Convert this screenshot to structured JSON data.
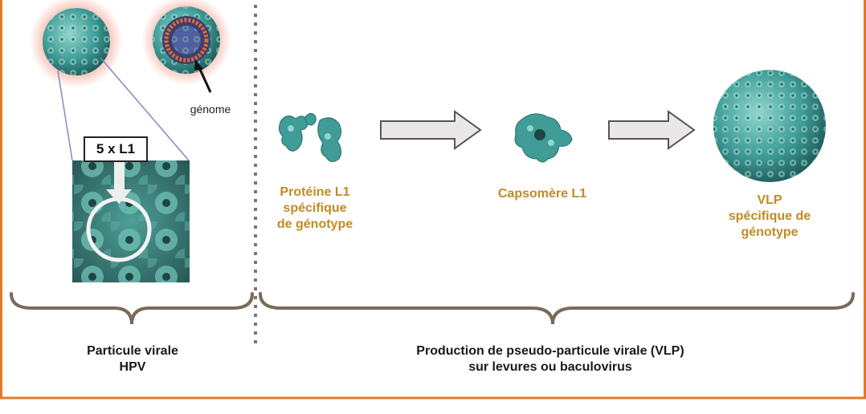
{
  "colors": {
    "frame": "#e07a2b",
    "accent_text": "#c08a24",
    "virus": "#3f9c97",
    "virus_light": "#7ccbc3",
    "halo": "#f0a090",
    "arrow_fill": "#ebe7e8",
    "brace": "#7a6a5a",
    "divider": "#777777"
  },
  "top_left": {
    "genome_label": "génome",
    "multiplier_label": "5 x L1"
  },
  "steps": [
    {
      "id": "protein",
      "lines": [
        "Protéine L1",
        "spécifique",
        "de génotype"
      ],
      "icon": "l1-protein-icon"
    },
    {
      "id": "capsomere",
      "lines": [
        "Capsomère L1"
      ],
      "icon": "capsomere-icon"
    },
    {
      "id": "vlp",
      "lines": [
        "VLP",
        "spécifique de",
        "génotype"
      ],
      "icon": "vlp-sphere-icon"
    }
  ],
  "bottom": {
    "left": [
      "Particule virale",
      "HPV"
    ],
    "right": [
      "Production de pseudo-particule virale (VLP)",
      "sur levures ou baculovirus"
    ]
  }
}
